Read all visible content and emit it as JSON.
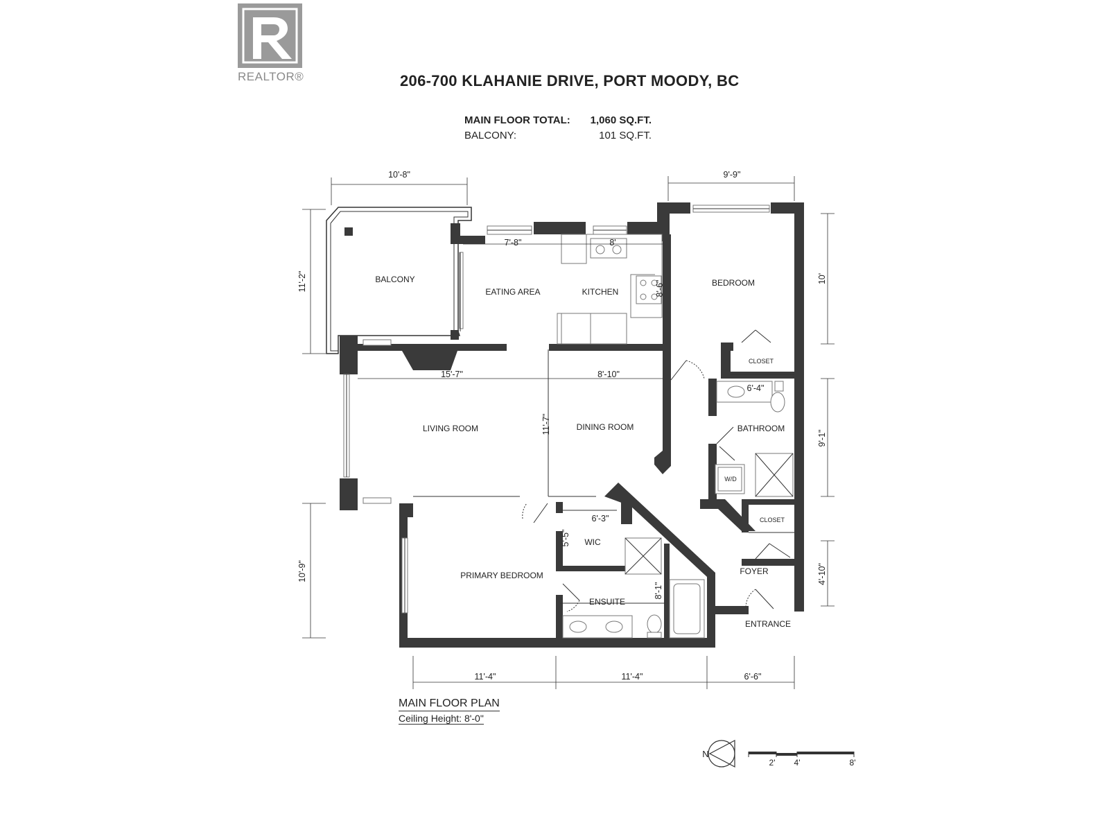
{
  "logo": {
    "wordmark": "REALTOR®"
  },
  "address": "206-700 KLAHANIE DRIVE, PORT MOODY, BC",
  "totals": {
    "main_label": "MAIN FLOOR TOTAL:",
    "main_value": "1,060 SQ.FT.",
    "balcony_label": "BALCONY:",
    "balcony_value": "101 SQ.FT."
  },
  "rooms": {
    "balcony": "BALCONY",
    "eating_area": "EATING AREA",
    "kitchen": "KITCHEN",
    "bedroom": "BEDROOM",
    "closet_1": "CLOSET",
    "closet_2": "CLOSET",
    "bathroom": "BATHROOM",
    "living_room": "LIVING ROOM",
    "dining_room": "DINING ROOM",
    "wic": "WIC",
    "primary_bedroom": "PRIMARY BEDROOM",
    "ensuite": "ENSUITE",
    "foyer": "FOYER",
    "entrance": "ENTRANCE",
    "wd": "W/D"
  },
  "dimensions": {
    "balcony_width": "10'-8\"",
    "balcony_depth": "11'-2\"",
    "eating_width": "7'-8\"",
    "kitchen_width": "8'",
    "kitchen_depth": "8'-6\"",
    "bedroom_width": "9'-9\"",
    "bedroom_depth": "10'",
    "living_width": "15'-7\"",
    "dining_width": "8'-10\"",
    "dining_depth": "11'-7\"",
    "bath_width": "6'-4\"",
    "bath_depth": "9'-1\"",
    "wic_width": "6'-3\"",
    "wic_depth": "5'-5\"",
    "ensuite_depth": "8'-1\"",
    "primary_depth": "10'-9\"",
    "foyer_depth": "4'-10\"",
    "bottom_left": "11'-4\"",
    "bottom_mid": "11'-4\"",
    "bottom_right": "6'-6\""
  },
  "plan": {
    "title": "MAIN FLOOR PLAN",
    "ceiling": "Ceiling Height: 8'-0\""
  },
  "legend": {
    "north": "N",
    "scale_2": "2'",
    "scale_4": "4'",
    "scale_8": "8'"
  }
}
